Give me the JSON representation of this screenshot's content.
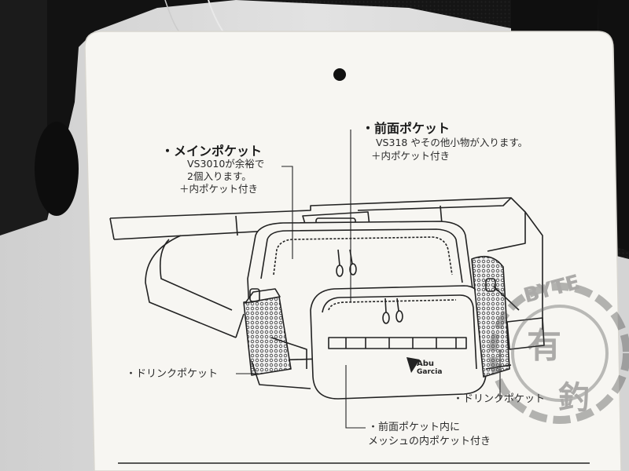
{
  "tag": {
    "labels": {
      "main_pocket": {
        "title": "・メインポケット",
        "lines": [
          "VS3010が余裕で",
          "2個入ります。",
          "＋内ポケット付き"
        ]
      },
      "front_pocket": {
        "title": "・前面ポケット",
        "lines": [
          "VS318 やその他小物が入ります。",
          "＋内ポケット付き"
        ]
      },
      "drink_pocket_left": "・ドリンクポケット",
      "drink_pocket_right": "・ドリンクポケット",
      "front_inner_mesh": [
        "・前面ポケット内に",
        "メッシュの内ポケット付き"
      ]
    },
    "logo_text": [
      "Abu",
      "Garcia"
    ]
  },
  "watermark": {
    "text": [
      "BYTE",
      "有",
      "釣"
    ]
  },
  "colors": {
    "tag_paper": "#f7f6f2",
    "line_art": "#222222",
    "background": "#d9d9d9",
    "bag_black": "#141414"
  }
}
